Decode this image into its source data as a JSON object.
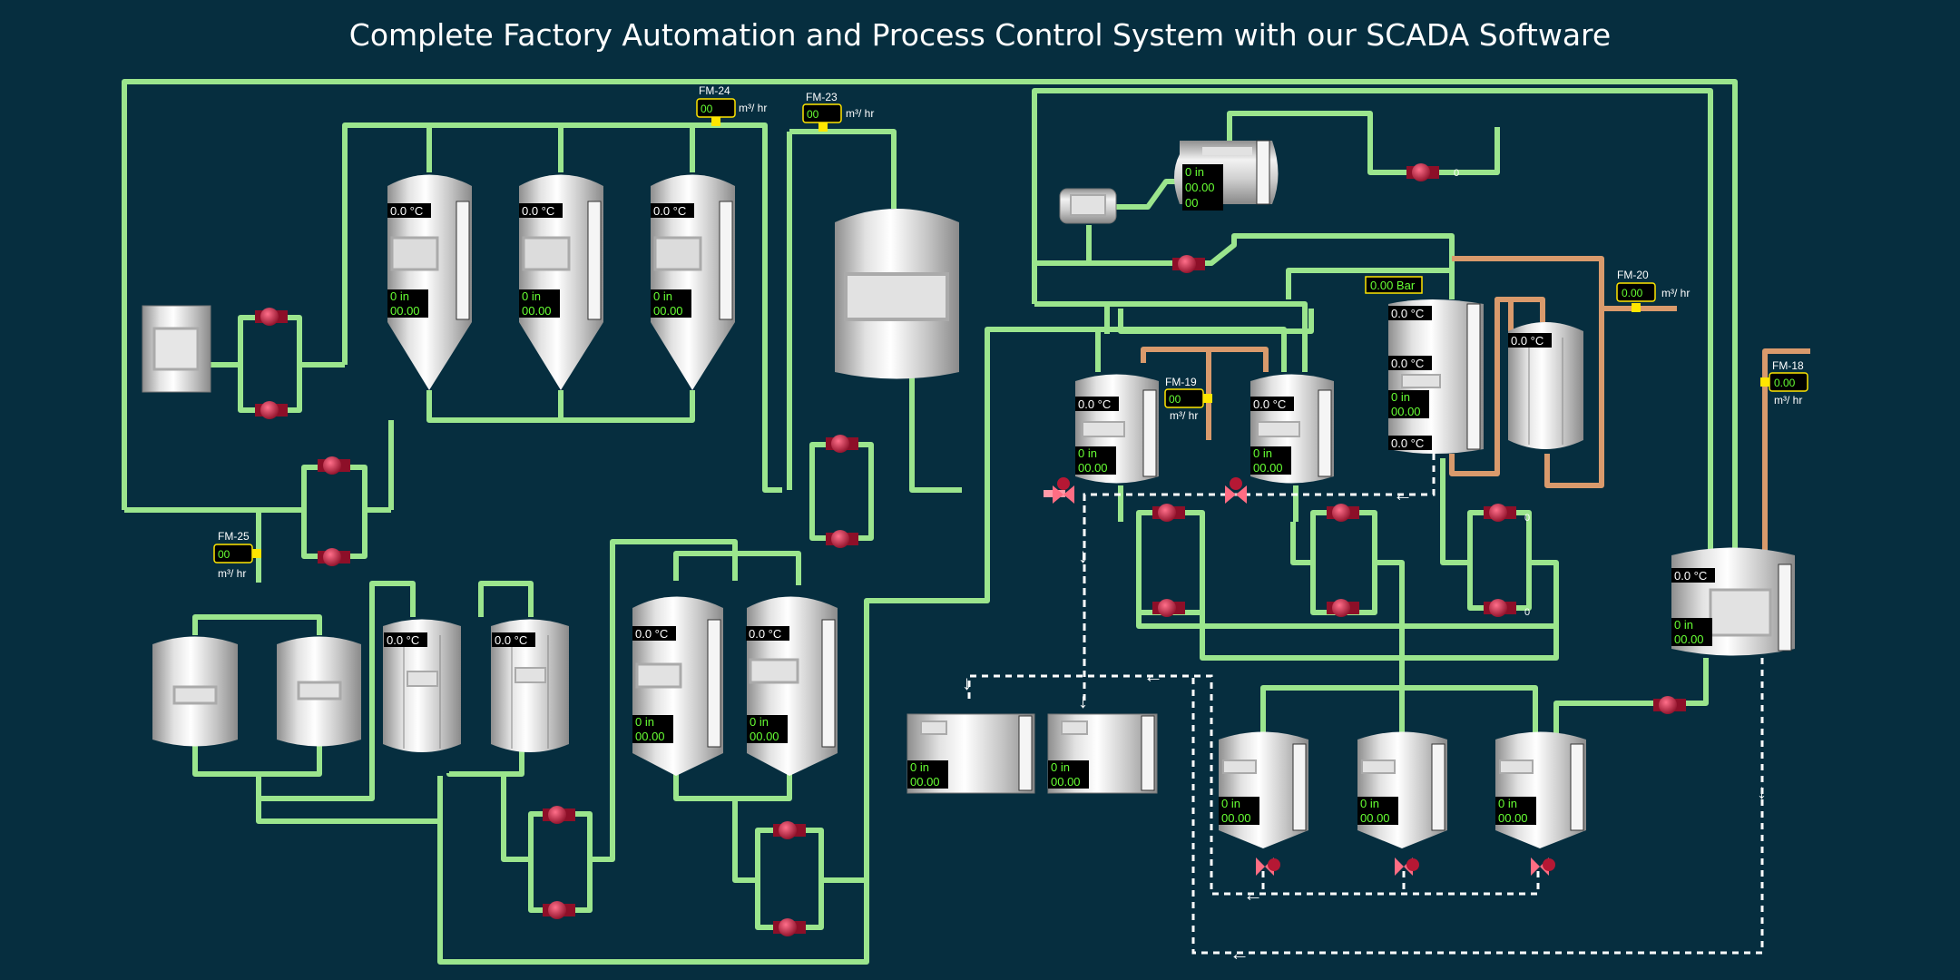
{
  "title": "Complete Factory Automation and Process Control System with our SCADA Software",
  "units": {
    "temp": "0.0 °C",
    "level": "0 in",
    "value": "00.00",
    "flow_unit": "m³/ hr",
    "pressure": "0.00 Bar",
    "small": "00",
    "valve_zero": "0"
  },
  "flow_meters": [
    {
      "name": "FM-24",
      "value": "00"
    },
    {
      "name": "FM-23",
      "value": "00"
    },
    {
      "name": "FM-25",
      "value": "00"
    },
    {
      "name": "FM-19",
      "value": "00"
    },
    {
      "name": "FM-20",
      "value": "0.00"
    },
    {
      "name": "FM-18",
      "value": "0.00"
    }
  ],
  "colors": {
    "background": "#062e3f",
    "pipe": "#9be58d",
    "pipe_hot": "#d99a6c",
    "valve": "#c2223f",
    "display_text": "#66ff33",
    "meter_tag": "#ffe600"
  }
}
